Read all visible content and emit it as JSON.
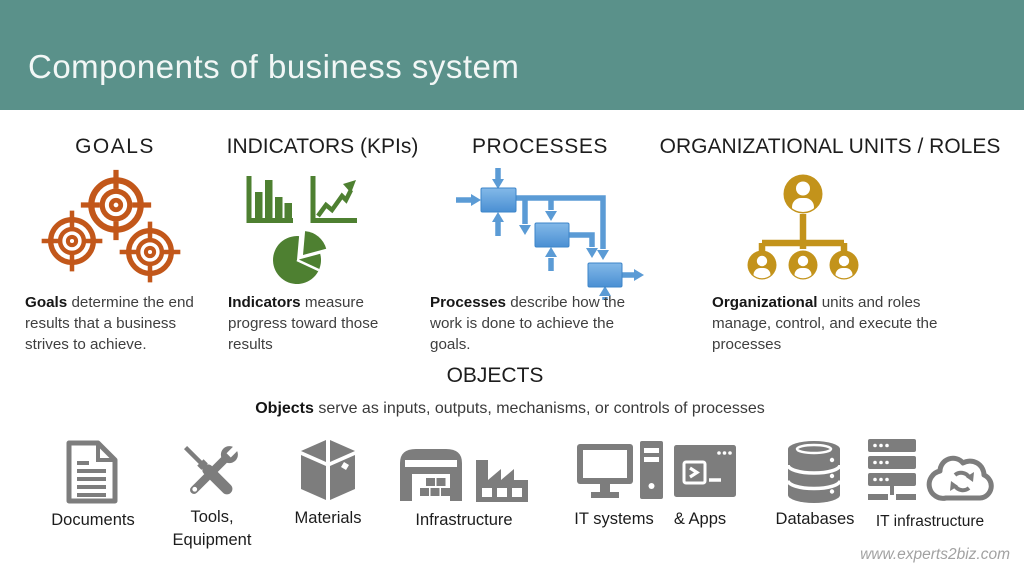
{
  "slide": {
    "title": "Components of business system",
    "footer": "www.experts2biz.com",
    "colors": {
      "header": "#5a918a",
      "goals": "#c2571a",
      "indicators": "#4e8031",
      "processes": "#5b9bd5",
      "org": "#c3931b",
      "gray": "#7d7d7d"
    }
  },
  "components": [
    {
      "heading": "GOALS",
      "lead": "Goals",
      "rest": " determine the end results that a business strives to achieve.",
      "icon": "targets-icon"
    },
    {
      "heading": "INDICATORS (KPIs)",
      "lead": "Indicators",
      "rest": " measure progress toward those results",
      "icon": "charts-icon"
    },
    {
      "heading": "PROCESSES",
      "lead": "Processes",
      "rest": " describe how the work is done to achieve the goals.",
      "icon": "process-flow-icon"
    },
    {
      "heading": "ORGANIZATIONAL UNITS / ROLES",
      "lead": "Organizational",
      "rest": " units and roles manage, control, and execute the processes",
      "icon": "org-chart-icon"
    }
  ],
  "objects": {
    "heading": "OBJECTS",
    "lead": "Objects",
    "rest": " serve as inputs, outputs, mechanisms, or controls of processes",
    "items": [
      {
        "label": "Documents",
        "icon": "document-icon"
      },
      {
        "label": "Tools,\nEquipment",
        "icon": "tools-icon"
      },
      {
        "label": "Materials",
        "icon": "box-icon"
      },
      {
        "label": "Infrastructure",
        "icon": "warehouse-factory-icon"
      },
      {
        "label": "IT systems",
        "icon": "computer-icon"
      },
      {
        "label": "& Apps",
        "icon": "terminal-icon"
      },
      {
        "label": "Databases",
        "icon": "database-icon"
      },
      {
        "label": "IT infrastructure",
        "icon": "server-cloud-icon"
      }
    ]
  }
}
